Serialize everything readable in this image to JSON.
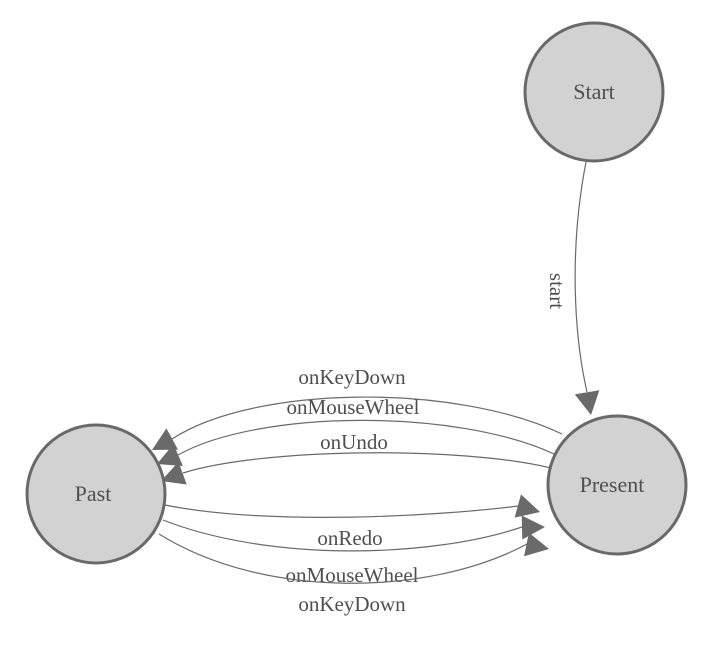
{
  "diagram": {
    "nodes": [
      {
        "id": "start",
        "label": "Start"
      },
      {
        "id": "past",
        "label": "Past"
      },
      {
        "id": "present",
        "label": "Present"
      }
    ],
    "edges": [
      {
        "from": "start",
        "to": "present",
        "label": "start"
      },
      {
        "from": "present",
        "to": "past",
        "label": "onKeyDown"
      },
      {
        "from": "present",
        "to": "past",
        "label": "onMouseWheel"
      },
      {
        "from": "present",
        "to": "past",
        "label": "onUndo"
      },
      {
        "from": "past",
        "to": "present",
        "label": "onRedo"
      },
      {
        "from": "past",
        "to": "present",
        "label": "onMouseWheel"
      },
      {
        "from": "past",
        "to": "present",
        "label": "onKeyDown"
      }
    ],
    "colors": {
      "background": "#ffffff",
      "node_fill": "#d2d2d2",
      "node_stroke": "#696969",
      "edge_stroke": "#6a6a6a",
      "arrow_fill": "#6a6a6a",
      "label_text": "#4f4f4f"
    }
  }
}
